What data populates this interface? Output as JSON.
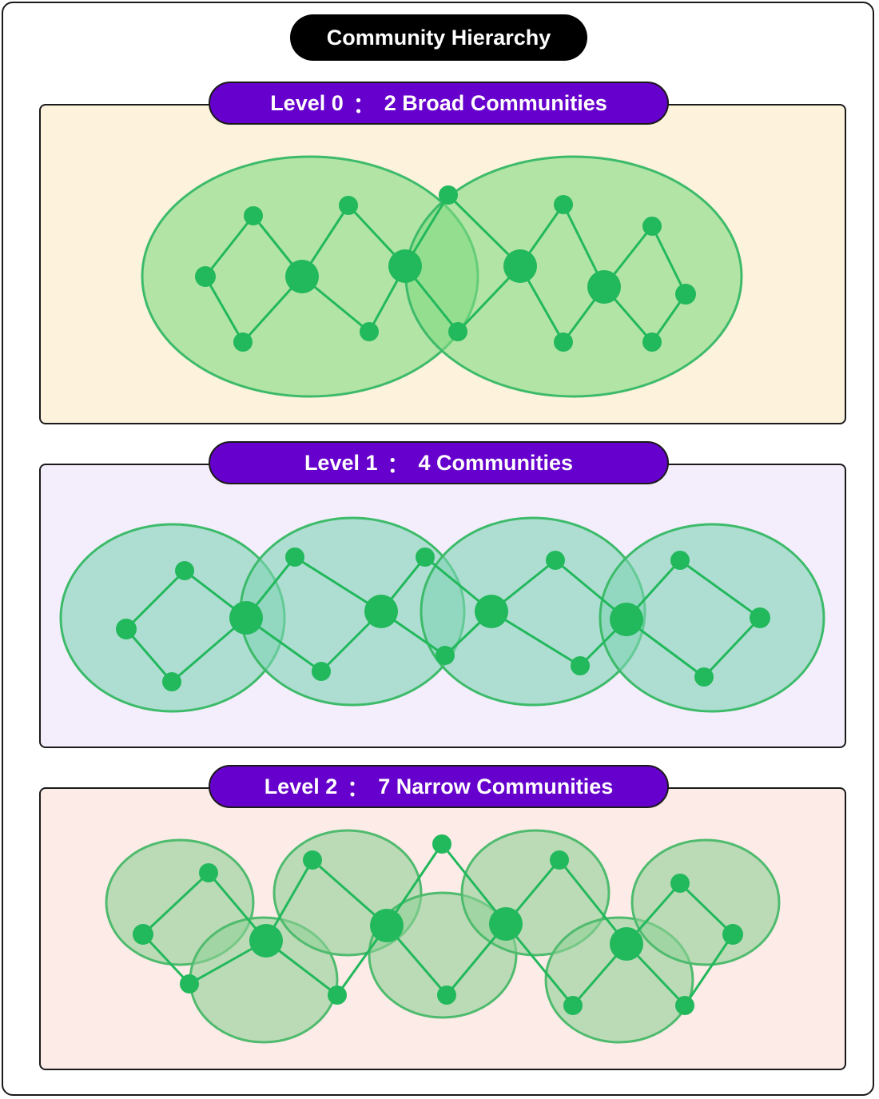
{
  "title": "Community Hierarchy",
  "levels": [
    {
      "level_label": "Level 0",
      "separator": "：",
      "description": "2 Broad Communities",
      "background": "#fdf2dc",
      "community_fill": "#7fdb80",
      "community_stroke": "#3dbb6a",
      "community_count": 2
    },
    {
      "level_label": "Level 1",
      "separator": "：",
      "description": "4 Communities",
      "background": "#f4eefc",
      "community_fill": "#7ed3b4",
      "community_stroke": "#3dbb6a",
      "community_count": 4
    },
    {
      "level_label": "Level 2",
      "separator": "：",
      "description": "7 Narrow Communities",
      "background": "#fcebe7",
      "community_fill": "#8fd196",
      "community_stroke": "#4fbb6e",
      "community_count": 7
    }
  ],
  "colors": {
    "node": "#22b85c",
    "edge": "#22b85c",
    "pill": "#6600cc",
    "title_pill": "#000000"
  }
}
